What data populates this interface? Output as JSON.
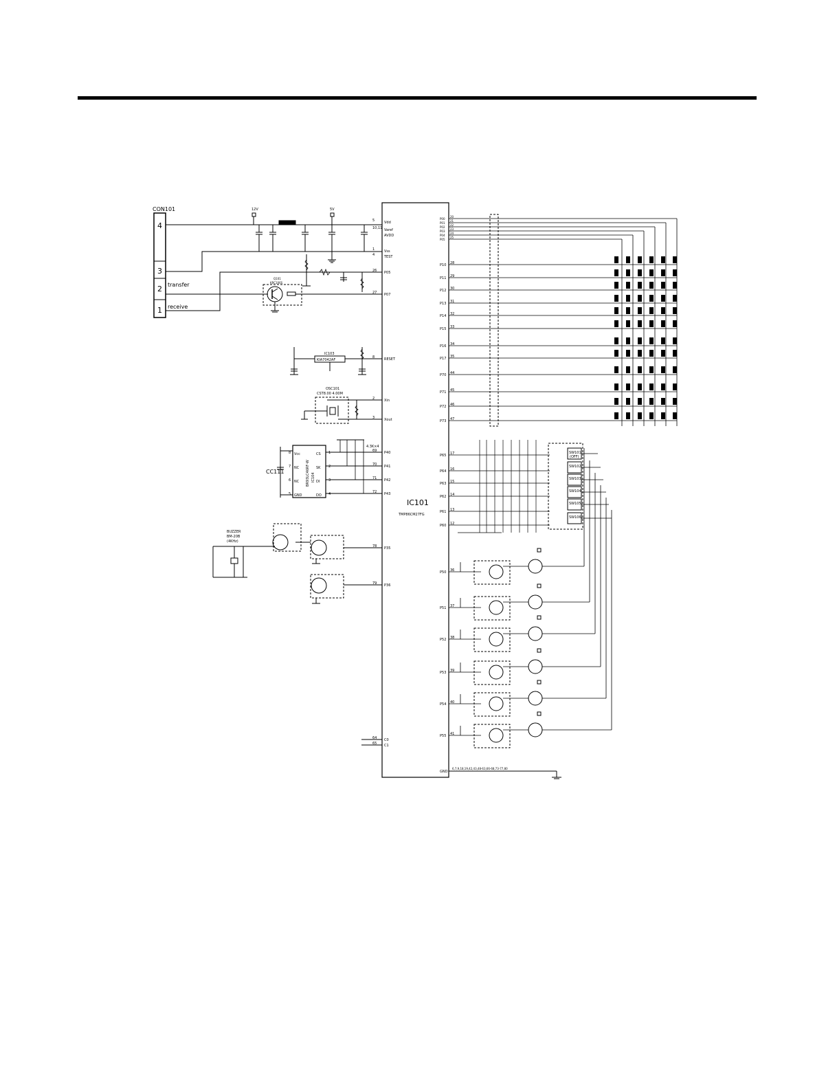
{
  "connector": {
    "ref": "CON101",
    "pins": [
      "4",
      "3",
      "2",
      "1"
    ],
    "signals": {
      "transfer": "transfer",
      "receive": "receive"
    }
  },
  "power": {
    "v12": "12V",
    "v5": "5V"
  },
  "mcu": {
    "ref": "IC101",
    "part": "TMP86CM27FG",
    "left_pins": [
      {
        "num": "5",
        "name": "Vdd"
      },
      {
        "num": "10,11",
        "name": "Varef"
      },
      {
        "num": "",
        "name": "AVDD"
      },
      {
        "num": "1",
        "name": "Vss"
      },
      {
        "num": "4",
        "name": "TEST"
      },
      {
        "num": "26",
        "name": "P05"
      },
      {
        "num": "27",
        "name": "P07"
      },
      {
        "num": "8",
        "name": "RESET"
      },
      {
        "num": "2",
        "name": "Xin"
      },
      {
        "num": "3",
        "name": "Xout"
      },
      {
        "num": "69",
        "name": "P40"
      },
      {
        "num": "70",
        "name": "P41"
      },
      {
        "num": "71",
        "name": "P42"
      },
      {
        "num": "72",
        "name": "P43"
      },
      {
        "num": "78",
        "name": "P35"
      },
      {
        "num": "79",
        "name": "P36"
      },
      {
        "num": "64",
        "name": "C0"
      },
      {
        "num": "65",
        "name": "C1"
      }
    ],
    "right_pins_top": [
      {
        "num": "20",
        "name": "P00"
      },
      {
        "num": "21",
        "name": "P01"
      },
      {
        "num": "22",
        "name": "P02"
      },
      {
        "num": "23",
        "name": "P03"
      },
      {
        "num": "24",
        "name": "P04"
      },
      {
        "num": "25",
        "name": "P05"
      }
    ],
    "right_pins_mid": [
      {
        "num": "28",
        "name": "P10"
      },
      {
        "num": "29",
        "name": "P11"
      },
      {
        "num": "30",
        "name": "P12"
      },
      {
        "num": "31",
        "name": "P13"
      },
      {
        "num": "32",
        "name": "P14"
      },
      {
        "num": "33",
        "name": "P15"
      },
      {
        "num": "34",
        "name": "P16"
      },
      {
        "num": "35",
        "name": "P17"
      },
      {
        "num": "44",
        "name": "P70"
      },
      {
        "num": "45",
        "name": "P71"
      },
      {
        "num": "46",
        "name": "P72"
      },
      {
        "num": "47",
        "name": "P73"
      }
    ],
    "right_pins_keys": [
      {
        "num": "17",
        "name": "P65"
      },
      {
        "num": "16",
        "name": "P64"
      },
      {
        "num": "15",
        "name": "P63"
      },
      {
        "num": "14",
        "name": "P62"
      },
      {
        "num": "13",
        "name": "P61"
      },
      {
        "num": "12",
        "name": "P60"
      }
    ],
    "right_pins_drivers": [
      {
        "num": "36",
        "name": "P50"
      },
      {
        "num": "37",
        "name": "P51"
      },
      {
        "num": "38",
        "name": "P52"
      },
      {
        "num": "39",
        "name": "P53"
      },
      {
        "num": "40",
        "name": "P54"
      },
      {
        "num": "41",
        "name": "P55"
      }
    ],
    "gnd_pins": "6,7,9,18,19,42,43,48-63,66-68,73-77,80",
    "gnd_label": "GND"
  },
  "reset_ic": {
    "ref": "IC103",
    "part": "KIA7042AF"
  },
  "resonator": {
    "ref": "OSC101",
    "part": "CST8.00 4.00M"
  },
  "eeprom": {
    "ref": "IC104",
    "part": "BR93LC46RF-W",
    "cap": "CC111",
    "left_pins": [
      {
        "num": "8",
        "name": "Vcc"
      },
      {
        "num": "7",
        "name": "NC"
      },
      {
        "num": "6",
        "name": "NC"
      },
      {
        "num": "5",
        "name": "GND"
      }
    ],
    "right_pins": [
      {
        "num": "1",
        "name": "CS"
      },
      {
        "num": "2",
        "name": "SK"
      },
      {
        "num": "3",
        "name": "DI"
      },
      {
        "num": "4",
        "name": "DO"
      }
    ],
    "pullups": "4.3K×4"
  },
  "buzzer": {
    "name": "BUZZER",
    "part": "BM-20B",
    "freq": "(4KHz)"
  },
  "transistors": {
    "q101": "Q101",
    "q101_part": "KRC106S"
  },
  "switches": [
    {
      "ref": "SW101",
      "label": "(OFF)"
    },
    {
      "ref": "SW102",
      "label": ""
    },
    {
      "ref": "SW103",
      "label": ""
    },
    {
      "ref": "SW104",
      "label": ""
    },
    {
      "ref": "SW105",
      "label": ""
    },
    {
      "ref": "SW106",
      "label": ""
    }
  ],
  "driver_stages": [
    {
      "pin": "P50",
      "num": "36"
    },
    {
      "pin": "P51",
      "num": "37"
    },
    {
      "pin": "P52",
      "num": "38"
    },
    {
      "pin": "P53",
      "num": "39"
    },
    {
      "pin": "P54",
      "num": "40"
    },
    {
      "pin": "P55",
      "num": "41"
    }
  ],
  "led_matrix": {
    "rows": 12,
    "cols": 6
  }
}
